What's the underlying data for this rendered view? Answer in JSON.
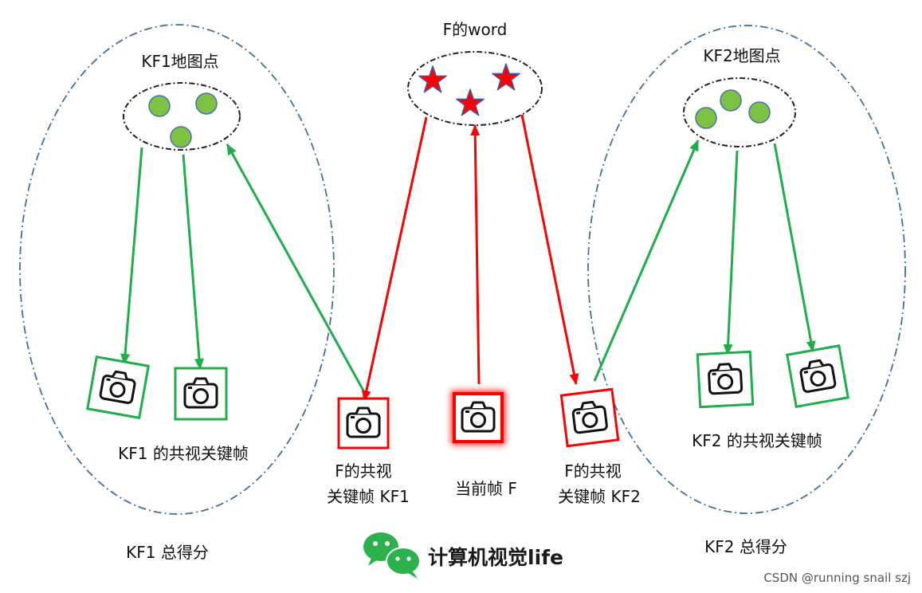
{
  "labels": {
    "kf1_map_points": "KF1地图点",
    "kf2_map_points": "KF2地图点",
    "f_words": "F的word",
    "kf1_covis": "KF1 的共视关键帧",
    "kf2_covis": "KF2 的共视关键帧",
    "f_covis_kf1_line1": "F的共视",
    "f_covis_kf1_line2": "关键帧 KF1",
    "current_frame": "当前帧 F",
    "f_covis_kf2_line1": "F的共视",
    "f_covis_kf2_line2": "关键帧 KF2",
    "kf1_total": "KF1 总得分",
    "kf2_total": "KF2 总得分"
  },
  "watermark": {
    "brand": "计算机视觉life",
    "credit": "CSDN @running snail szj"
  },
  "icons": {
    "map_point": "green-circle",
    "word": "red-star",
    "keyframe": "camera-icon",
    "logo": "wechat-icon"
  },
  "colors": {
    "point_fill": "#7dc242",
    "point_stroke": "#4a72b0",
    "star_fill": "#ff0000",
    "star_stroke": "#4a5aa0",
    "green": "#1fae4b",
    "red": "#ff0000",
    "region_stroke": "#41719c",
    "cluster_stroke": "#222222"
  }
}
